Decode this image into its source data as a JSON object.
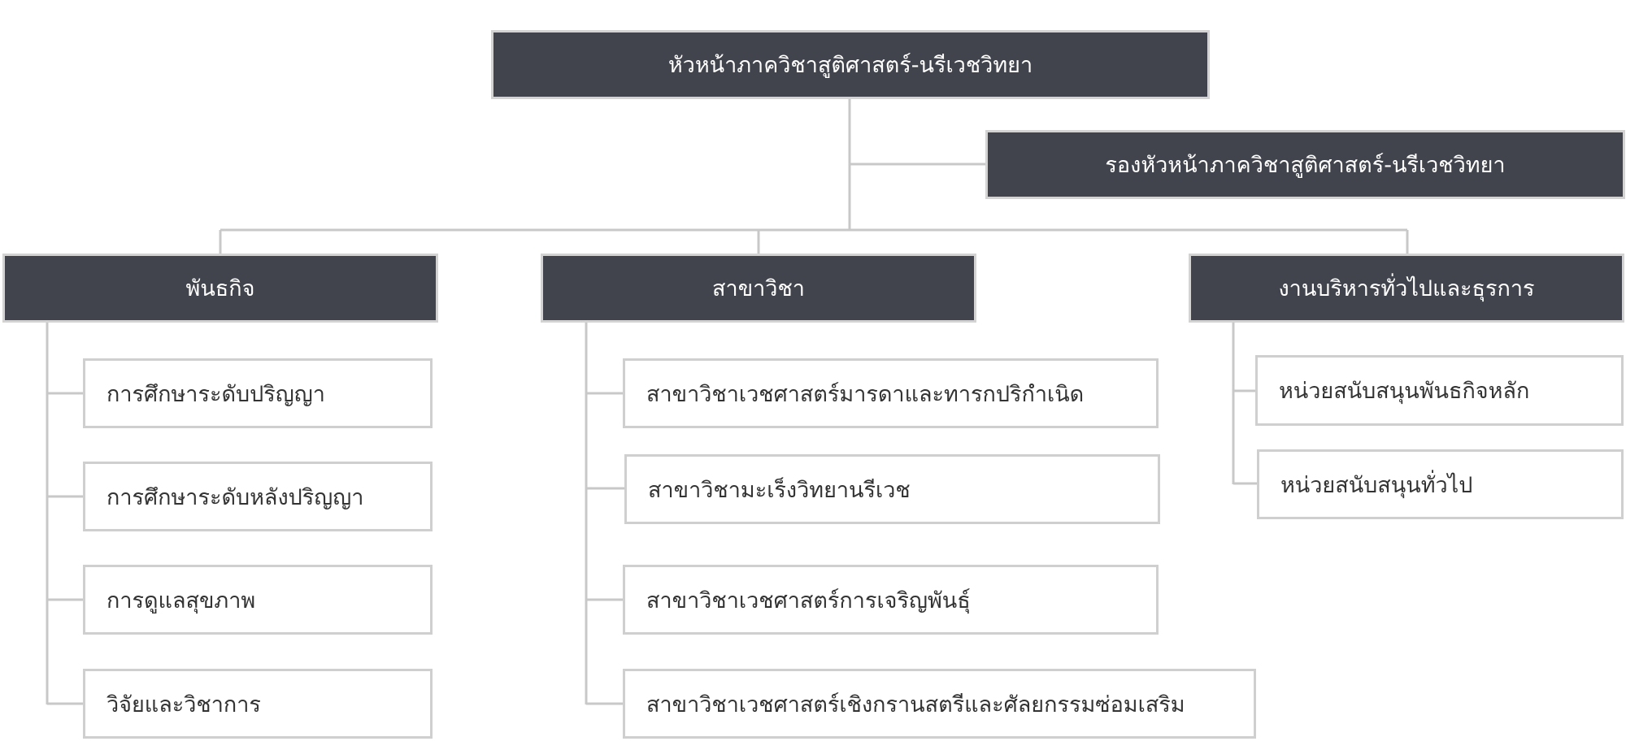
{
  "chart": {
    "head": "หัวหน้าภาควิชาสูติศาสตร์-นรีเวชวิทยา",
    "deputy": "รองหัวหน้าภาควิชาสูติศาสตร์-นรีเวชวิทยา",
    "divisions": [
      {
        "title": "พันธกิจ",
        "items": [
          "การศึกษาระดับปริญญา",
          "การศึกษาระดับหลังปริญญา",
          "การดูแลสุขภาพ",
          "วิจัยและวิชาการ"
        ]
      },
      {
        "title": "สาขาวิชา",
        "items": [
          "สาขาวิชาเวชศาสตร์มารดาและทารกปริกำเนิด",
          "สาขาวิชามะเร็งวิทยานรีเวช",
          "สาขาวิชาเวชศาสตร์การเจริญพันธุ์",
          "สาขาวิชาเวชศาสตร์เชิงกรานสตรีและศัลยกรรมซ่อมเสริม"
        ]
      },
      {
        "title": "งานบริหารทั่วไปและธุรการ",
        "items": [
          "หน่วยสนับสนุนพันธกิจหลัก",
          "หน่วยสนับสนุนทั่วไป"
        ]
      }
    ]
  }
}
